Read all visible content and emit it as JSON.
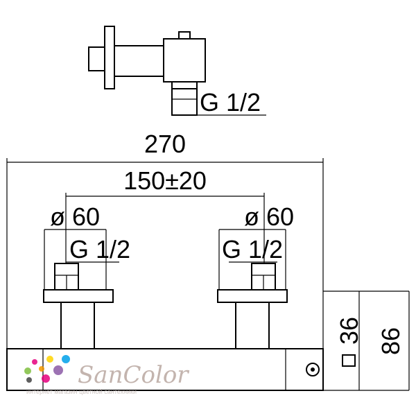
{
  "top_view": {
    "thread_label": "G 1/2"
  },
  "dimensions": {
    "overall_width": "270",
    "center_distance": "150±20",
    "left_diameter": "ø 60",
    "right_diameter": "ø 60",
    "left_thread": "G 1/2",
    "right_thread": "G 1/2",
    "body_height": "36",
    "total_depth": "86"
  },
  "watermark": {
    "brand": "SanColor",
    "tagline": "интернет магазин цветной сантехники",
    "dot_colors": [
      "#e6007e",
      "#ffd400",
      "#00a0e9",
      "#7fbf3f",
      "#f39800",
      "#8b5aa6",
      "#444444"
    ]
  }
}
